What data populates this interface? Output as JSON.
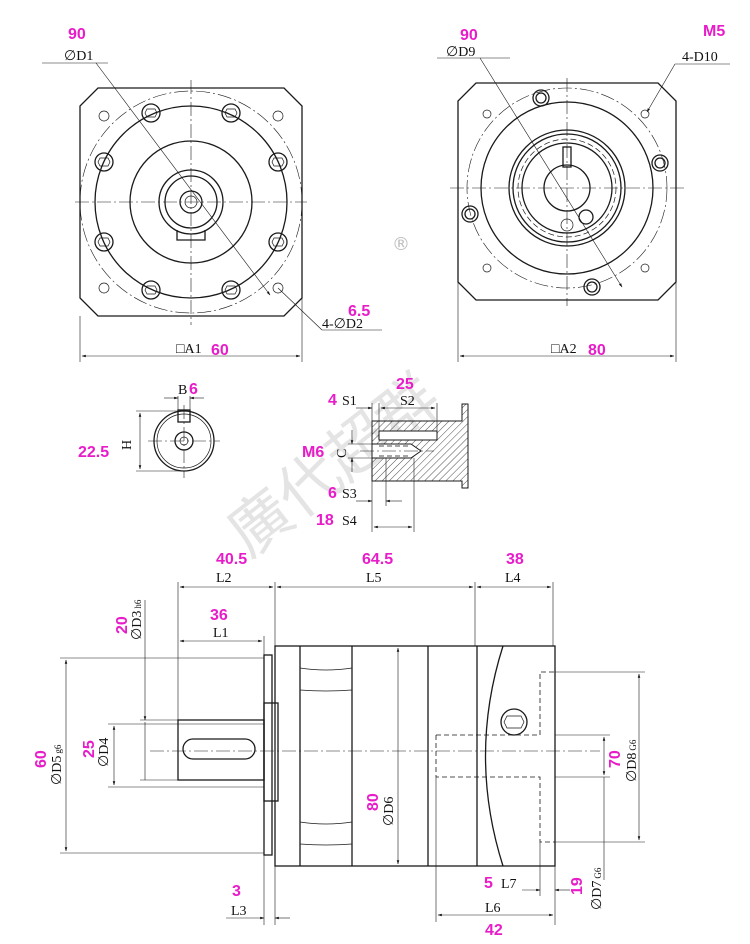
{
  "watermark": {
    "text": "廣代超群",
    "mark": "®"
  },
  "flange_view": {
    "d1": {
      "label": "D1",
      "prefix": "∅",
      "value": "90"
    },
    "d2": {
      "label": "D2",
      "prefix": "4-∅",
      "value": "6.5"
    },
    "a1": {
      "label": "A1",
      "prefix": "□",
      "value": "60"
    }
  },
  "output_view": {
    "d9": {
      "label": "D9",
      "prefix": "∅",
      "value": "90"
    },
    "d10": {
      "label": "4-D10",
      "value": "M5"
    },
    "a2": {
      "label": "A2",
      "prefix": "□",
      "value": "80"
    }
  },
  "shaft_detail": {
    "b": {
      "label": "B",
      "value": "6"
    },
    "h": {
      "label": "H",
      "value": "22.5"
    }
  },
  "thread_detail": {
    "s1": {
      "label": "S1",
      "value": "4"
    },
    "s2": {
      "label": "S2",
      "value": "25"
    },
    "c": {
      "label": "C",
      "value": "M6"
    },
    "s3": {
      "label": "S3",
      "value": "6"
    },
    "s4": {
      "label": "S4",
      "value": "18"
    }
  },
  "side_view": {
    "l2": {
      "label": "L2",
      "value": "40.5"
    },
    "l5": {
      "label": "L5",
      "value": "64.5"
    },
    "l4": {
      "label": "L4",
      "value": "38"
    },
    "l1": {
      "label": "L1",
      "value": "36"
    },
    "d3": {
      "label": "D3",
      "prefix": "∅",
      "tol": "h6",
      "value": "20"
    },
    "d5": {
      "label": "D5",
      "prefix": "∅",
      "tol": "g6",
      "value": "60"
    },
    "d4": {
      "label": "D4",
      "prefix": "∅",
      "value": "25"
    },
    "d6": {
      "label": "D6",
      "prefix": "∅",
      "value": "80"
    },
    "d8": {
      "label": "D8",
      "prefix": "∅",
      "tol": "G6",
      "value": "70"
    },
    "d7": {
      "label": "D7",
      "prefix": "∅",
      "tol": "G6",
      "value": "19"
    },
    "l7": {
      "label": "L7",
      "value": "5"
    },
    "l6": {
      "label": "L6",
      "value": "42"
    },
    "l3": {
      "label": "L3",
      "value": "3"
    }
  }
}
